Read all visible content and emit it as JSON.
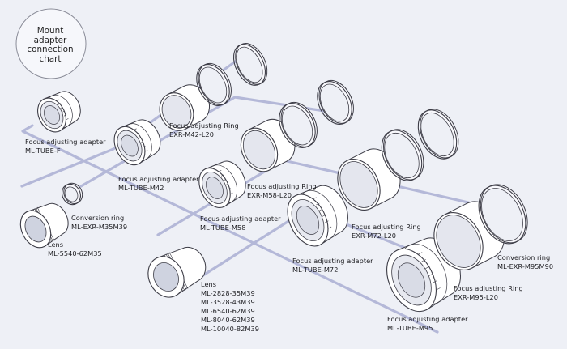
{
  "title": [
    "Mount",
    "adapter",
    "connection",
    "chart"
  ],
  "labels": {
    "tube_f": [
      "Focus adjusting adapter",
      "ML-TUBE-F"
    ],
    "tube_m42": [
      "Focus adjusting adapter",
      "ML-TUBE-M42"
    ],
    "ring_m42": [
      "Focus adjusting Ring",
      "EXR-M42-L20"
    ],
    "ring_m58": [
      "Focus adjusting Ring",
      "EXR-M58-L20"
    ],
    "tube_m58": [
      "Focus adjusting adapter",
      "ML-TUBE-M58"
    ],
    "conv_m35": [
      "Conversion ring",
      "ML-EXR-M35M39"
    ],
    "lens_5540": [
      "Lens",
      "ML-5540-62M35"
    ],
    "ring_m72": [
      "Focus adjusting Ring",
      "EXR-M72-L20"
    ],
    "tube_m72": [
      "Focus adjusting adapter",
      "ML-TUBE-M72"
    ],
    "conv_m95": [
      "Conversion ring",
      "ML-EXR-M95M90"
    ],
    "ring_m95": [
      "Focus adjusting  Ring",
      "EXR-M95-L20"
    ],
    "tube_m95": [
      "Focus adjusting adapter",
      "ML-TUBE-M95"
    ],
    "lens_m39": [
      "Lens",
      "ML-2828-35M39",
      "ML-3528-43M39",
      "ML-6540-62M39",
      "ML-8040-62M39",
      "ML-10040-82M39"
    ]
  },
  "colors": {
    "background": "#eef0f6",
    "connector": "#b4b8d8",
    "outline": "#3c3c46",
    "part_fill": "#ffffff"
  }
}
